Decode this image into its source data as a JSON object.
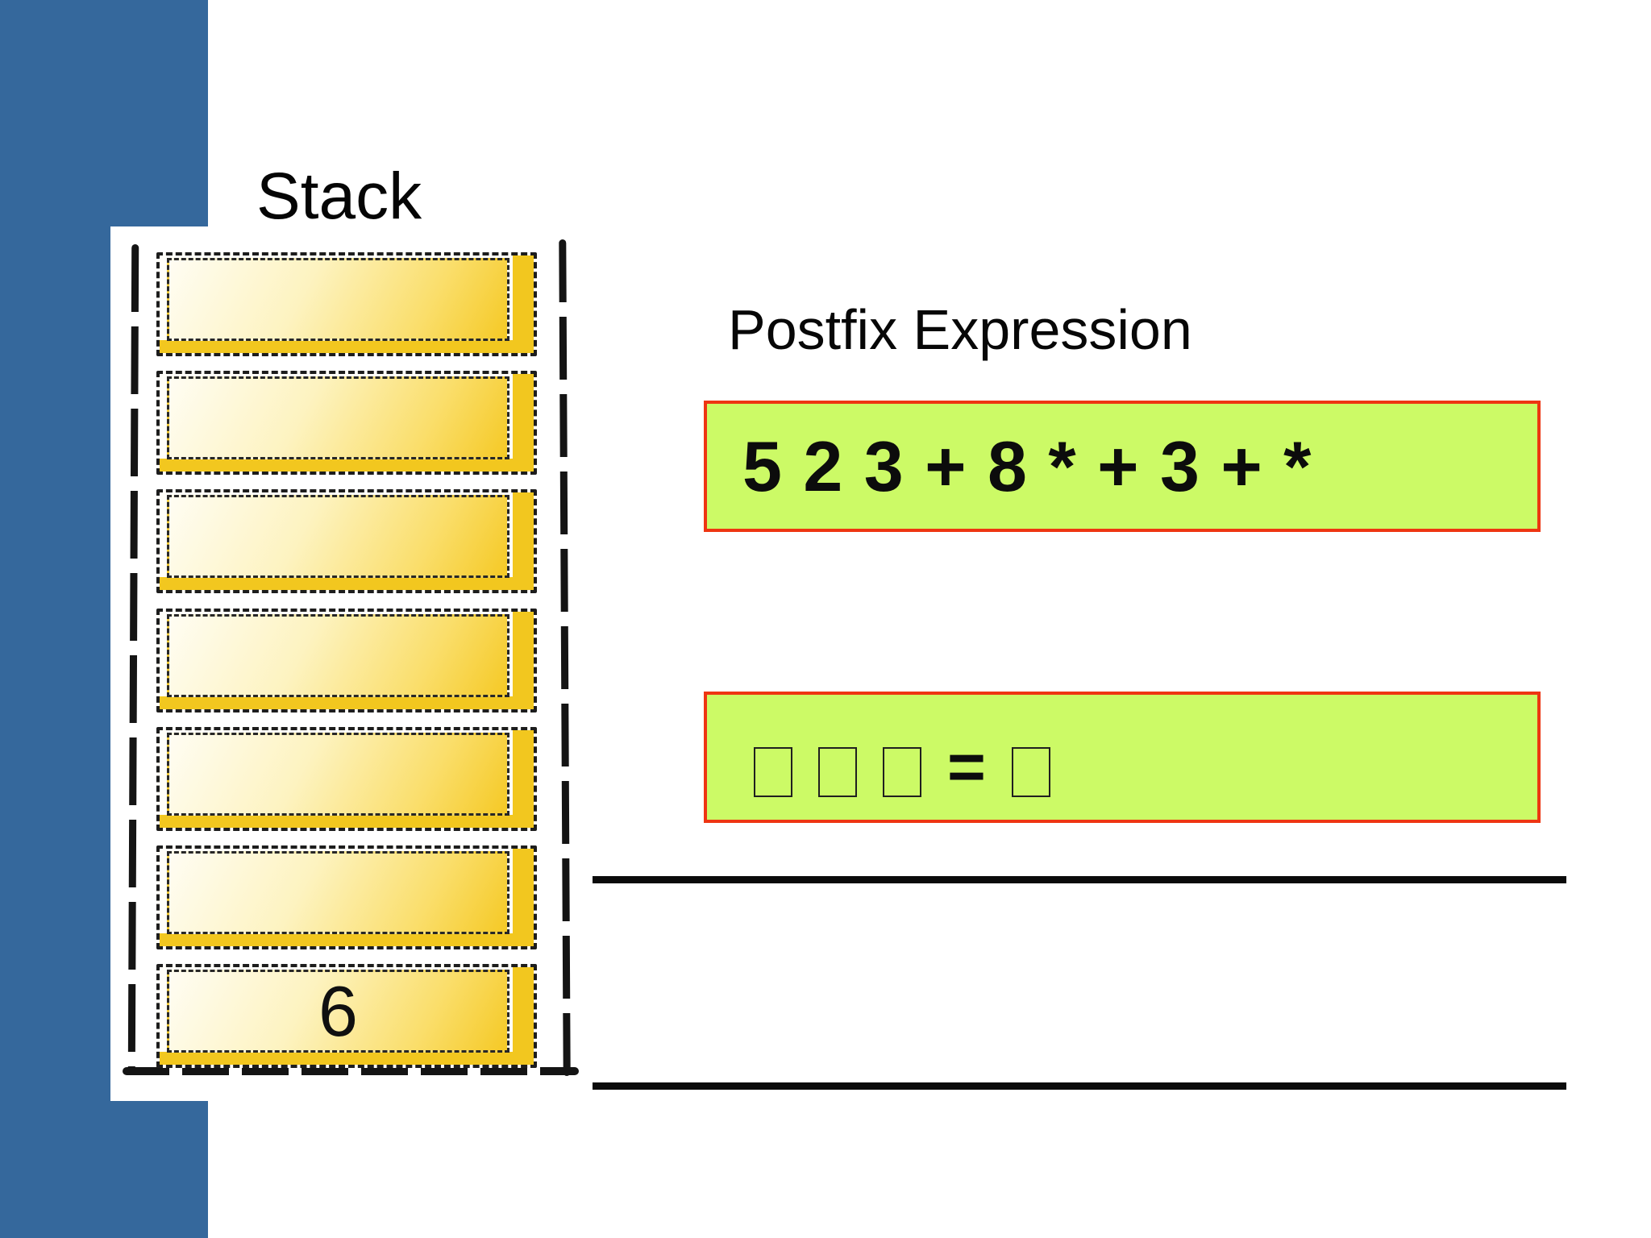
{
  "slide": {
    "stack_label": "Stack",
    "postfix_heading": "Postfix Expression",
    "expression": "5 2 3 + 8 * + 3 + *",
    "equals_sign": "=",
    "stack_slots": [
      "",
      "",
      "",
      "",
      "",
      "",
      "6"
    ],
    "stack_slot_count": 7,
    "result_placeholder_boxes_before_equals": 3,
    "result_placeholder_boxes_after_equals": 1
  },
  "colors": {
    "accent_blue": "#35689C",
    "highlight_green": "#CCFA66",
    "highlight_border": "#EE3512",
    "slot_gold": "#F2C71F",
    "ink": "#141414"
  }
}
